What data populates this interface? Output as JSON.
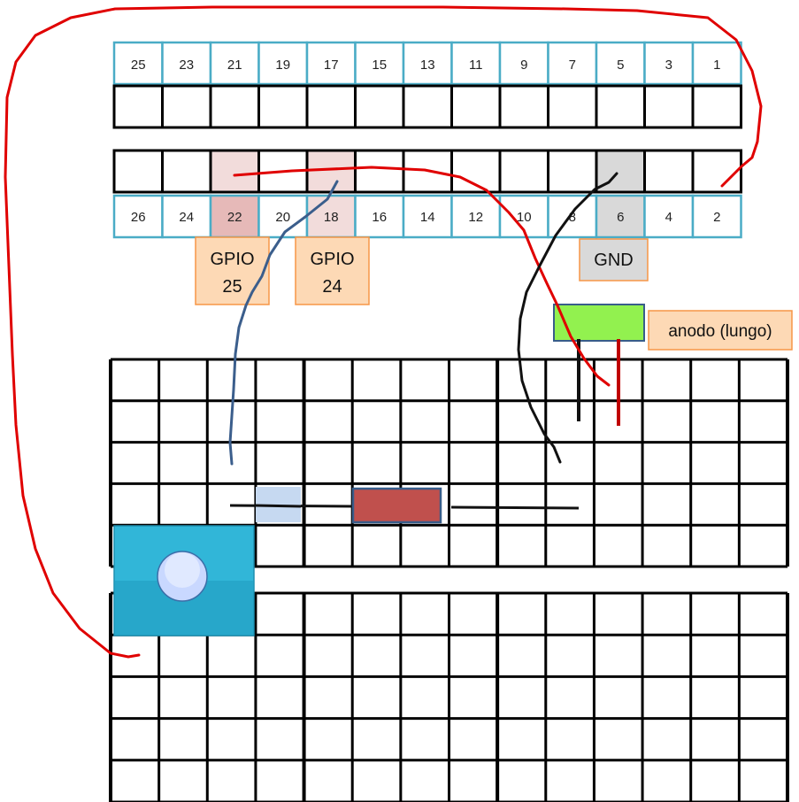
{
  "header": {
    "odd_pins": [
      "25",
      "23",
      "21",
      "19",
      "17",
      "15",
      "13",
      "11",
      "9",
      "7",
      "5",
      "3",
      "1"
    ],
    "even_pins": [
      "26",
      "24",
      "22",
      "20",
      "18",
      "16",
      "14",
      "12",
      "10",
      "8",
      "6",
      "4",
      "2"
    ]
  },
  "labels": {
    "gpio25": {
      "line1": "GPIO",
      "line2": "25"
    },
    "gpio24": {
      "line1": "GPIO",
      "line2": "24"
    },
    "gnd": "GND",
    "anode_note": "anodo (lungo)"
  },
  "colors": {
    "header_border": "#4aacc6",
    "tag_fill": "#fdd9b5",
    "tag_border": "#f79646",
    "gnd_fill": "#d9d9d9",
    "highlight_pin": "#f2dcdb",
    "highlight_pin_dark": "#e6b9b8",
    "gnd_pin": "#d9d9d9",
    "led_fill": "#92f14f",
    "resistor_fill": "#c0504d",
    "resistor_border": "#385d8a",
    "light_block": "#c6d9f1",
    "button_fill": "#31b6d8",
    "wire_red": "#e00000",
    "wire_blue": "#3b5e8c",
    "wire_black": "#111111"
  }
}
